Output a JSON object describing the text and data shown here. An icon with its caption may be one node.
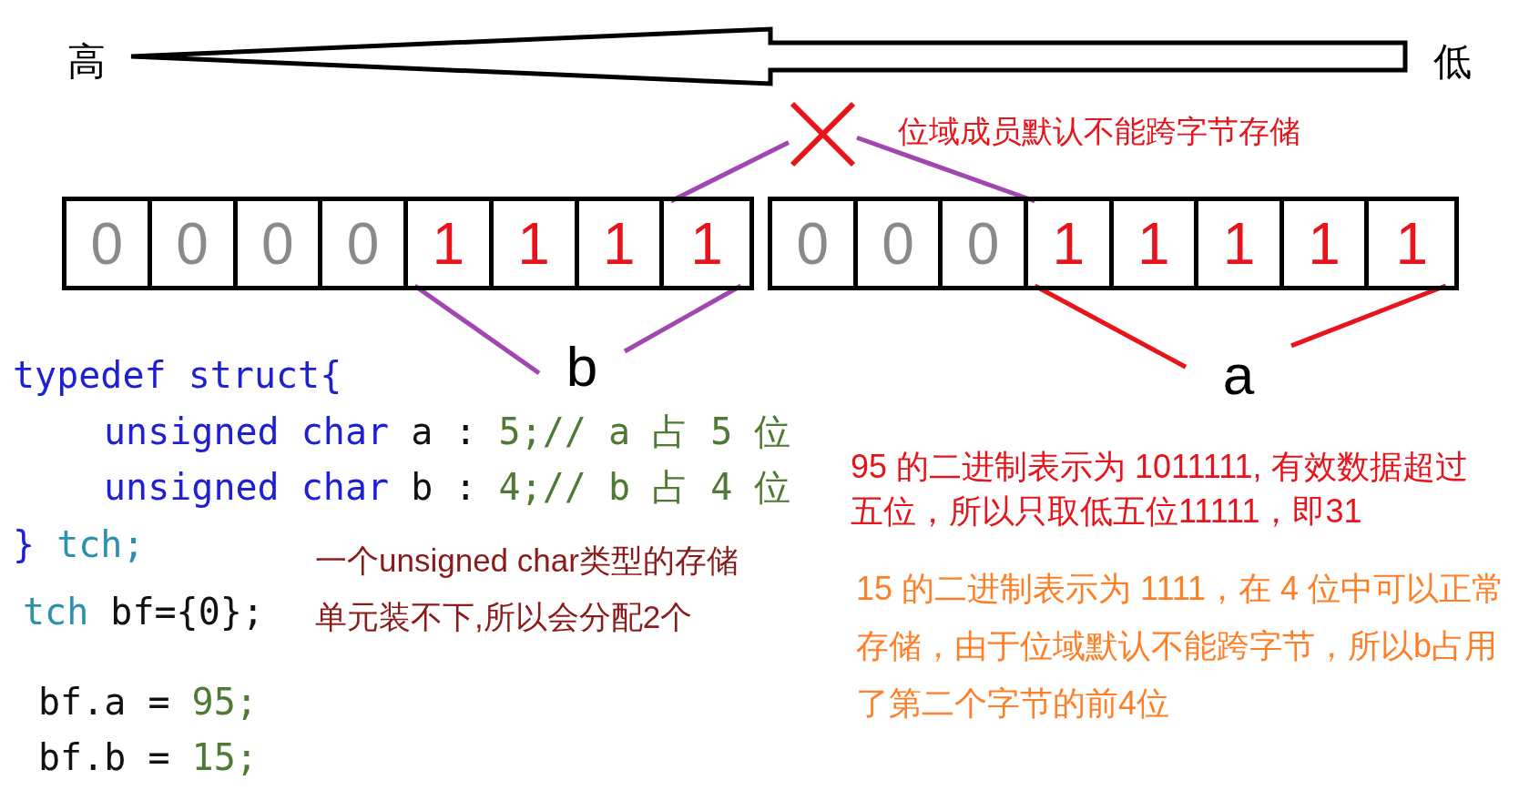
{
  "diagram": {
    "nodes": [
      {
        "text": [],
        "shape": "cross",
        "beside": [
          "位域成员默认不能跨字节存储"
        ]
      },
      {
        "text": [],
        "shape": "box"
      },
      {
        "text": [
          "0"
        ],
        "in": 1
      },
      {
        "text": [
          "0"
        ],
        "in": 1
      },
      {
        "text": [
          "0"
        ],
        "in": 1
      },
      {
        "text": [
          "0"
        ],
        "in": 1
      },
      {
        "text": [
          "1"
        ],
        "in": 1
      },
      {
        "text": [
          "1"
        ],
        "in": 1
      },
      {
        "text": [
          "1"
        ],
        "in": 1
      },
      {
        "text": [
          "1"
        ],
        "in": 1
      },
      {
        "text": [],
        "shape": "box"
      },
      {
        "text": [
          "0"
        ],
        "in": 10
      },
      {
        "text": [
          "0"
        ],
        "in": 10
      },
      {
        "text": [
          "0"
        ],
        "in": 10
      },
      {
        "text": [
          "1"
        ],
        "in": 10
      },
      {
        "text": [
          "1"
        ],
        "in": 10
      },
      {
        "text": [
          "1"
        ],
        "in": 10
      },
      {
        "text": [
          "1"
        ],
        "in": 10
      },
      {
        "text": [
          "1"
        ],
        "in": 10
      },
      {
        "text": [
          "b"
        ]
      },
      {
        "text": [
          "a"
        ]
      }
    ],
    "edges": [
      {
        "from": 0,
        "to": 9,
        "arrow": "none"
      },
      {
        "from": 0,
        "to": 14,
        "arrow": "none"
      },
      {
        "from": 19,
        "to": 6,
        "arrow": "none"
      },
      {
        "from": 19,
        "to": 9,
        "arrow": "none"
      },
      {
        "from": 20,
        "to": 14,
        "arrow": "none",
        "color": "#e8141c"
      },
      {
        "from": 20,
        "to": 18,
        "arrow": "none",
        "color": "#e8141c"
      }
    ],
    "labels": [
      "高",
      "低",
      "typedef struct{",
      "unsigned char",
      "a :",
      "5;// a 占 5 位",
      "unsigned char",
      "b :",
      "4;// b 占 4 位",
      "}",
      "tch;",
      "一个unsigned char类型的存储单元装不下,所以会分配2个",
      "tch",
      "bf={0};",
      "bf.a =",
      "95;",
      "bf.b =",
      "15;",
      "95 的二进制表示为 1011111, 有效数据超过五位，所以只取低五位11111，即31",
      "15 的二进制表示为 1111，在 4 位中可以正常存储，由于位域默认不能跨字节，所以b占用了第二个字节的前4位"
    ]
  }
}
